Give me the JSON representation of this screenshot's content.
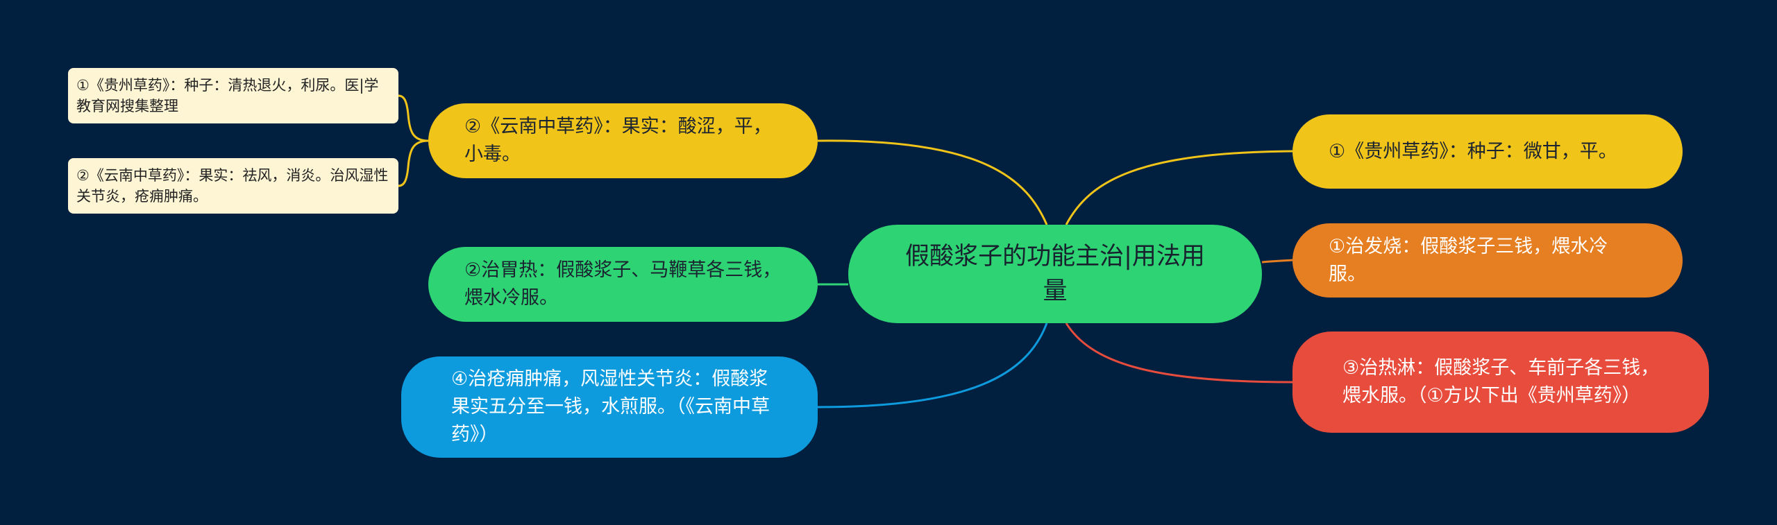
{
  "colors": {
    "background": "#012040",
    "center": "#2ed374",
    "yellow": "#f0c419",
    "orange": "#e67e22",
    "red": "#e74c3c",
    "green": "#2ed374",
    "blue": "#0e9bde",
    "leaf": "#fdf5d4"
  },
  "center": {
    "text": "假酸浆子的功能主治|用法用量"
  },
  "left_branches": [
    {
      "text": "②《云南中草药》：果实：酸涩，平，小毒。",
      "color": "yellow",
      "children": [
        {
          "text": "①《贵州草药》：种子：清热退火，利尿。医|学教育网搜集整理"
        },
        {
          "text": "②《云南中草药》：果实：祛风，消炎。治风湿性关节炎，疮痈肿痛。"
        }
      ]
    },
    {
      "text": "②治胃热：假酸浆子、马鞭草各三钱，煨水冷服。",
      "color": "green"
    },
    {
      "text": "④治疮痈肿痛，风湿性关节炎：假酸浆果实五分至一钱，水煎服。（《云南中草药》）",
      "color": "blue"
    }
  ],
  "right_branches": [
    {
      "text": "①《贵州草药》：种子：微甘，平。",
      "color": "yellow"
    },
    {
      "text": "①治发烧：假酸浆子三钱，煨水冷服。",
      "color": "orange"
    },
    {
      "text": "③治热淋：假酸浆子、车前子各三钱，煨水服。（①方以下出《贵州草药》）",
      "color": "red"
    }
  ]
}
